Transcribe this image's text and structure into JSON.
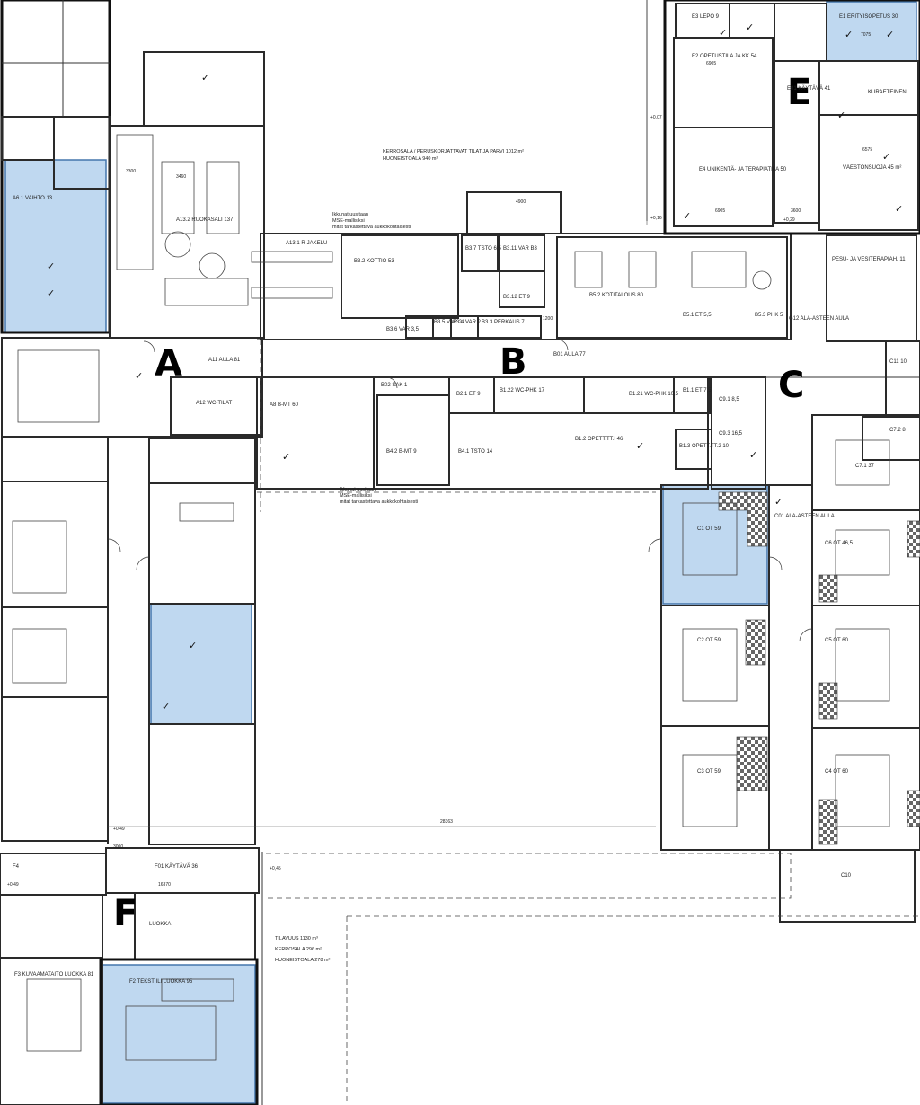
{
  "wings": [
    "A",
    "B",
    "C",
    "E",
    "F"
  ],
  "notes": {
    "area_top_1": "KERROSALA / PERUSKORJATTAVAT TILAT JA PARVI 1012 m²",
    "area_top_2": "HUONEISTOALA 940 m²",
    "area_f_1": "TILAVUUS 1130 m³",
    "area_f_2": "KERROSALA 296 m²",
    "area_f_3": "HUONEISTOALA 278 m²",
    "window_1a": "Ikkunat uusitaan",
    "window_1b": "MSE-mallisiksi",
    "window_1c": "mitat tarkastettava aukkokohtaisesti",
    "window_2a": "Ikkunat uusitaan",
    "window_2b": "MSE-mallisiksi",
    "window_2c": "mitat tarkastettava aukkokohtaisesti",
    "dim_28363": "28363",
    "dim_16370": "16370",
    "dim_4900": "4900",
    "dim_6905a": "6905",
    "dim_6905b": "6905",
    "dim_6575": "6575",
    "dim_7075": "7075",
    "dim_3300": "3300",
    "dim_3460": "3460",
    "dim_3000": "3000",
    "dim_1200": "1200",
    "dim_3600": "3600",
    "lev_049a": "+0,49",
    "lev_049b": "+0,49",
    "lev_045": "+0,45",
    "lev_029": "+0,29",
    "lev_016": "+0,16",
    "lev_007": "+0,07"
  },
  "rooms": [
    {
      "id": "A13_2",
      "label": "A13.2 RUOKASALI 137"
    },
    {
      "id": "A13_1",
      "label": "A13.1 R-JAKELU"
    },
    {
      "id": "A11",
      "label": "A11 AULA 81"
    },
    {
      "id": "A8",
      "label": "A8 B-MT 60"
    },
    {
      "id": "A12",
      "label": "A12 WC-TILAT"
    },
    {
      "id": "A6_1",
      "label": "A6.1 VAIHTO 13"
    },
    {
      "id": "B3_2",
      "label": "B3.2 KOTTIO 53"
    },
    {
      "id": "B3_7",
      "label": "B3.7 TSTO 6,5"
    },
    {
      "id": "B3_11",
      "label": "B3.11 VAR B3"
    },
    {
      "id": "B3_12",
      "label": "B3.12 ET 9"
    },
    {
      "id": "B3_6",
      "label": "B3.6 VAR 3,5"
    },
    {
      "id": "B3_5",
      "label": "B3.5 VAR 2"
    },
    {
      "id": "B3_4",
      "label": "B3.4 VAR 2"
    },
    {
      "id": "B3_3",
      "label": "B3.3 PERKAUS 7"
    },
    {
      "id": "B5_2",
      "label": "B5.2 KOTITALOUS 80"
    },
    {
      "id": "B5_1",
      "label": "B5.1 ET 5,5"
    },
    {
      "id": "B5_3",
      "label": "B5.3 PHK 5"
    },
    {
      "id": "B01",
      "label": "B01 AULA 77"
    },
    {
      "id": "B02",
      "label": "B02 SAK 1"
    },
    {
      "id": "B1_22",
      "label": "B1.22 WC-PHK 17"
    },
    {
      "id": "B1_21",
      "label": "B1.21 WC-PHK 10,5"
    },
    {
      "id": "B1_1",
      "label": "B1.1 ET 7,5"
    },
    {
      "id": "B1_2",
      "label": "B1.2 OPETT.TT.I 46"
    },
    {
      "id": "B1_3",
      "label": "B1.3 OPETT.TT.2 10"
    },
    {
      "id": "B2_1",
      "label": "B2.1 ET 9"
    },
    {
      "id": "B4_2",
      "label": "B4.2 B-MT 9"
    },
    {
      "id": "B4_1",
      "label": "B4.1 TSTO 14"
    },
    {
      "id": "C9_1",
      "label": "C9.1 8,5"
    },
    {
      "id": "C9_3",
      "label": "C9.3 16,5"
    },
    {
      "id": "C7_1",
      "label": "C7.1 37"
    },
    {
      "id": "C7_2",
      "label": "C7.2 8"
    },
    {
      "id": "C1",
      "label": "C1 OT 59"
    },
    {
      "id": "C2",
      "label": "C2 OT 59"
    },
    {
      "id": "C3",
      "label": "C3 OT 59"
    },
    {
      "id": "C5",
      "label": "C5 OT 60"
    },
    {
      "id": "C4",
      "label": "C4 OT 60"
    },
    {
      "id": "C6",
      "label": "C6 OT 46,5"
    },
    {
      "id": "C01",
      "label": "C01 ALA-ASTEEN AULA"
    },
    {
      "id": "C10",
      "label": "C10"
    },
    {
      "id": "C11",
      "label": "C11 10"
    },
    {
      "id": "G12",
      "label": "G12 ALA-ASTEEN AULA"
    },
    {
      "id": "E1",
      "label": "E1 ERITYISOPETUS 30"
    },
    {
      "id": "E2",
      "label": "E2 OPETUSTILA JA KK 54"
    },
    {
      "id": "E3",
      "label": "E3 LEPO 9"
    },
    {
      "id": "E4",
      "label": "E4 UNIKENTÄ- JA TERAPIATILA 50"
    },
    {
      "id": "E01",
      "label": "E01 KÄYTÄVÄ 41"
    },
    {
      "id": "E_KUR",
      "label": "KURAETEINEN"
    },
    {
      "id": "E_VAE",
      "label": "VÄESTÖNSUOJA 45 m²"
    },
    {
      "id": "E_PESU",
      "label": "PESU- JA VESITERAPIAH. 11"
    },
    {
      "id": "F01",
      "label": "F01 KÄYTÄVÄ 36"
    },
    {
      "id": "F2",
      "label": "F2 TEKSTIILI LUOKKA 95"
    },
    {
      "id": "F3",
      "label": "F3 KUVAAMATAITO LUOKKA 81"
    },
    {
      "id": "F4",
      "label": "F4"
    },
    {
      "id": "F_LUOKKA",
      "label": "LUOKKA"
    }
  ],
  "legend_marks": {
    "check": "✓"
  },
  "colors": {
    "highlight_fill": "#bcd6f0",
    "highlight_stroke": "#3b6fa8",
    "wall": "#2a2a2a"
  }
}
